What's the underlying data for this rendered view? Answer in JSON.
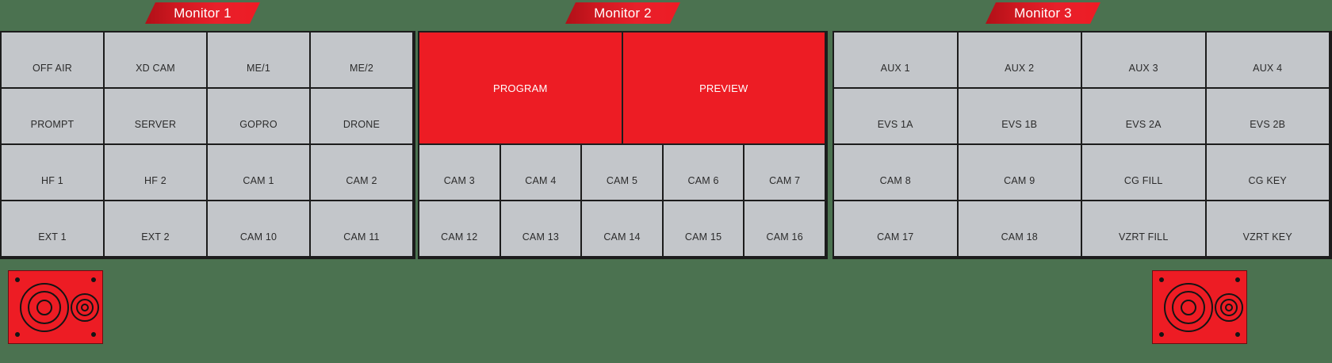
{
  "colors": {
    "background": "#4b7250",
    "cell_fill": "#c3c6ca",
    "cell_border": "#1c1c1c",
    "accent_red": "#ed1c24",
    "banner_red_dark": "#b01018",
    "label_text": "#2b2b2b",
    "banner_text": "#ffffff",
    "speaker_red": "#ed1c24"
  },
  "monitors": [
    {
      "banner": "Monitor 1",
      "columns": 4,
      "cells": [
        {
          "label": "OFF AIR",
          "type": "source"
        },
        {
          "label": "XD CAM",
          "type": "source"
        },
        {
          "label": "ME/1",
          "type": "source"
        },
        {
          "label": "ME/2",
          "type": "source"
        },
        {
          "label": "PROMPT",
          "type": "source"
        },
        {
          "label": "SERVER",
          "type": "source"
        },
        {
          "label": "GOPRO",
          "type": "source"
        },
        {
          "label": "DRONE",
          "type": "source"
        },
        {
          "label": "HF 1",
          "type": "source"
        },
        {
          "label": "HF 2",
          "type": "source"
        },
        {
          "label": "CAM 1",
          "type": "source"
        },
        {
          "label": "CAM 2",
          "type": "source"
        },
        {
          "label": "EXT 1",
          "type": "source"
        },
        {
          "label": "EXT 2",
          "type": "source"
        },
        {
          "label": "CAM 10",
          "type": "source"
        },
        {
          "label": "CAM 11",
          "type": "source"
        }
      ]
    },
    {
      "banner": "Monitor 2",
      "top_cells": [
        {
          "label": "PROGRAM",
          "type": "program"
        },
        {
          "label": "PREVIEW",
          "type": "preview"
        }
      ],
      "bottom_columns": 5,
      "bottom_cells": [
        {
          "label": "CAM 3",
          "type": "source"
        },
        {
          "label": "CAM 4",
          "type": "source"
        },
        {
          "label": "CAM 5",
          "type": "source"
        },
        {
          "label": "CAM 6",
          "type": "source"
        },
        {
          "label": "CAM 7",
          "type": "source"
        },
        {
          "label": "CAM 12",
          "type": "source"
        },
        {
          "label": "CAM 13",
          "type": "source"
        },
        {
          "label": "CAM 14",
          "type": "source"
        },
        {
          "label": "CAM 15",
          "type": "source"
        },
        {
          "label": "CAM 16",
          "type": "source"
        }
      ]
    },
    {
      "banner": "Monitor 3",
      "columns": 4,
      "cells": [
        {
          "label": "AUX 1",
          "type": "source"
        },
        {
          "label": "AUX 2",
          "type": "source"
        },
        {
          "label": "AUX 3",
          "type": "source"
        },
        {
          "label": "AUX 4",
          "type": "source"
        },
        {
          "label": "EVS 1A",
          "type": "source"
        },
        {
          "label": "EVS 1B",
          "type": "source"
        },
        {
          "label": "EVS 2A",
          "type": "source"
        },
        {
          "label": "EVS 2B",
          "type": "source"
        },
        {
          "label": "CAM 8",
          "type": "source"
        },
        {
          "label": "CAM 9",
          "type": "source"
        },
        {
          "label": "CG FILL",
          "type": "source"
        },
        {
          "label": "CG KEY",
          "type": "source"
        },
        {
          "label": "CAM 17",
          "type": "source"
        },
        {
          "label": "CAM 18",
          "type": "source"
        },
        {
          "label": "VZRT FILL",
          "type": "source"
        },
        {
          "label": "VZRT KEY",
          "type": "source"
        }
      ]
    }
  ],
  "speakers": [
    {
      "name": "speaker-left",
      "position": "bottom-left",
      "cones": 2
    },
    {
      "name": "speaker-right",
      "position": "bottom-right",
      "cones": 2
    }
  ]
}
